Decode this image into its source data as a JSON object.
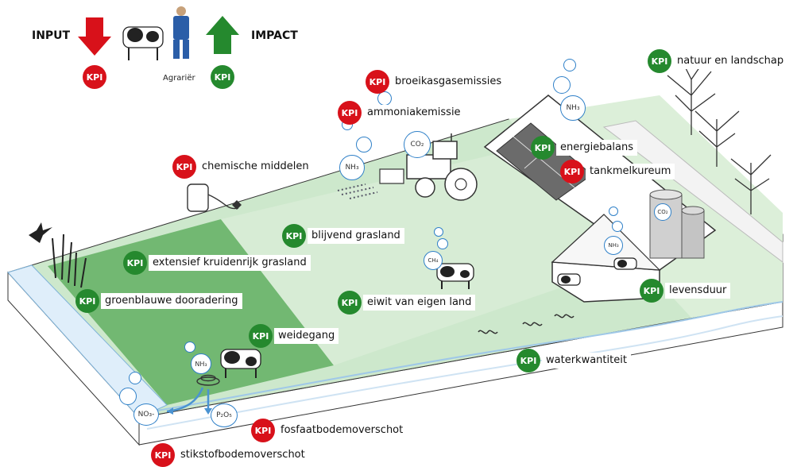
{
  "legend": {
    "input_label": "INPUT",
    "impact_label": "IMPACT",
    "farmer_label": "Agrariër",
    "input_color": "#d8111a",
    "impact_color": "#25892e"
  },
  "badge_text": "KPI",
  "kpis": [
    {
      "id": "broeikasgasemissies",
      "label": "broeikasgasemissies",
      "type": "input",
      "color": "#d8111a"
    },
    {
      "id": "ammoniakemissie",
      "label": "ammoniakemissie",
      "type": "input",
      "color": "#d8111a"
    },
    {
      "id": "chemische-middelen",
      "label": "chemische middelen",
      "type": "input",
      "color": "#d8111a"
    },
    {
      "id": "tankmelkureum",
      "label": "tankmelkureum",
      "type": "input",
      "color": "#d8111a"
    },
    {
      "id": "fosfaatbodemoverschot",
      "label": "fosfaatbodemoverschot",
      "type": "input",
      "color": "#d8111a"
    },
    {
      "id": "stikstofbodemoverschot",
      "label": "stikstofbodemoverschot",
      "type": "input",
      "color": "#d8111a"
    },
    {
      "id": "natuur-en-landschap",
      "label": "natuur en landschap",
      "type": "impact",
      "color": "#25892e"
    },
    {
      "id": "energiebalans",
      "label": "energiebalans",
      "type": "impact",
      "color": "#25892e"
    },
    {
      "id": "blijvend-grasland",
      "label": "blijvend grasland",
      "type": "impact",
      "color": "#25892e"
    },
    {
      "id": "extensief-kruidenrijk-grasland",
      "label": "extensief kruidenrijk grasland",
      "type": "impact",
      "color": "#25892e"
    },
    {
      "id": "groenblauwe-dooradering",
      "label": "groenblauwe dooradering",
      "type": "impact",
      "color": "#25892e"
    },
    {
      "id": "eiwit-van-eigen-land",
      "label": "eiwit van eigen land",
      "type": "impact",
      "color": "#25892e"
    },
    {
      "id": "weidegang",
      "label": "weidegang",
      "type": "impact",
      "color": "#25892e"
    },
    {
      "id": "levensduur",
      "label": "levensduur",
      "type": "impact",
      "color": "#25892e"
    },
    {
      "id": "waterkwantiteit",
      "label": "waterkwantiteit",
      "type": "impact",
      "color": "#25892e"
    }
  ],
  "gas_labels": {
    "nh3": "NH₃",
    "co2": "CO₂",
    "ch4": "CH₄",
    "no3": "NO₃-",
    "p2o5": "P₂O₅"
  }
}
